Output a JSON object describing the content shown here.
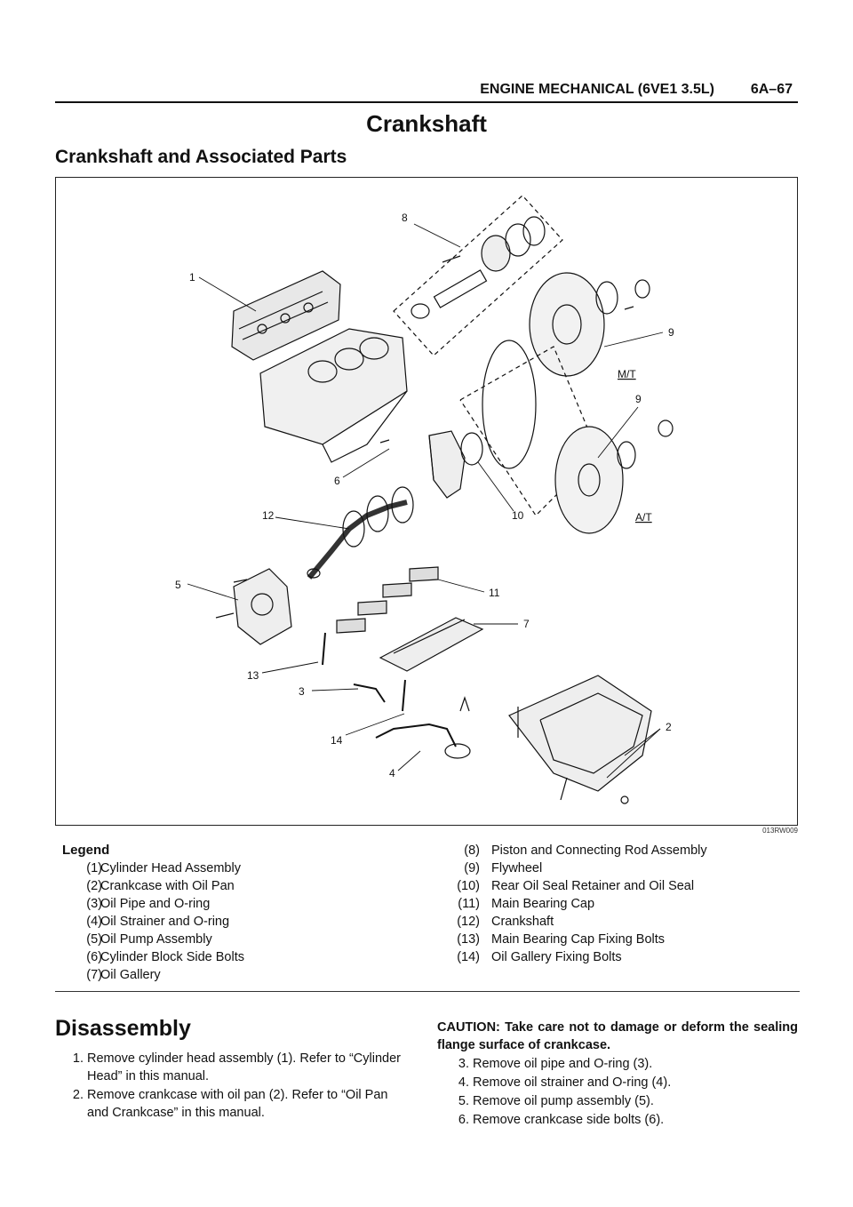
{
  "header": {
    "section": "ENGINE MECHANICAL (6VE1 3.5L)",
    "page": "6A–67"
  },
  "title": "Crankshaft",
  "subtitle": "Crankshaft and Associated Parts",
  "figure": {
    "id": "013RW009",
    "callouts": [
      "1",
      "2",
      "3",
      "4",
      "5",
      "6",
      "7",
      "8",
      "9",
      "9",
      "10",
      "11",
      "12",
      "13",
      "14"
    ],
    "mt_label": "M/T",
    "at_label": "A/T"
  },
  "legend": {
    "title": "Legend",
    "left": [
      {
        "num": "(1)",
        "text": "Cylinder Head Assembly"
      },
      {
        "num": "(2)",
        "text": "Crankcase with Oil Pan"
      },
      {
        "num": "(3)",
        "text": "Oil Pipe and O-ring"
      },
      {
        "num": "(4)",
        "text": "Oil Strainer and O-ring"
      },
      {
        "num": "(5)",
        "text": "Oil Pump Assembly"
      },
      {
        "num": "(6)",
        "text": "Cylinder Block Side  Bolts"
      },
      {
        "num": "(7)",
        "text": "Oil Gallery"
      }
    ],
    "right": [
      {
        "num": "(8)",
        "text": "Piston and Connecting Rod Assembly"
      },
      {
        "num": "(9)",
        "text": "Flywheel"
      },
      {
        "num": "(10)",
        "text": "Rear Oil Seal Retainer and Oil Seal"
      },
      {
        "num": "(11)",
        "text": "Main Bearing Cap"
      },
      {
        "num": "(12)",
        "text": "Crankshaft"
      },
      {
        "num": "(13)",
        "text": "Main Bearing Cap Fixing Bolts"
      },
      {
        "num": "(14)",
        "text": "Oil Gallery Fixing Bolts"
      }
    ]
  },
  "disassembly": {
    "heading": "Disassembly",
    "steps_left": [
      {
        "n": "1.",
        "text": "Remove cylinder head assembly (1). Refer to “Cylinder Head” in this manual."
      },
      {
        "n": "2.",
        "text": "Remove crankcase with oil pan (2). Refer to “Oil Pan and Crankcase” in this manual."
      }
    ],
    "caution": "CAUTION:  Take care not to damage or deform the sealing flange surface of crankcase.",
    "steps_right": [
      {
        "n": "3.",
        "text": "Remove oil pipe and O-ring (3)."
      },
      {
        "n": "4.",
        "text": "Remove oil strainer and O-ring (4)."
      },
      {
        "n": "5.",
        "text": "Remove oil pump assembly (5)."
      },
      {
        "n": "6.",
        "text": "Remove crankcase side bolts (6)."
      }
    ]
  }
}
